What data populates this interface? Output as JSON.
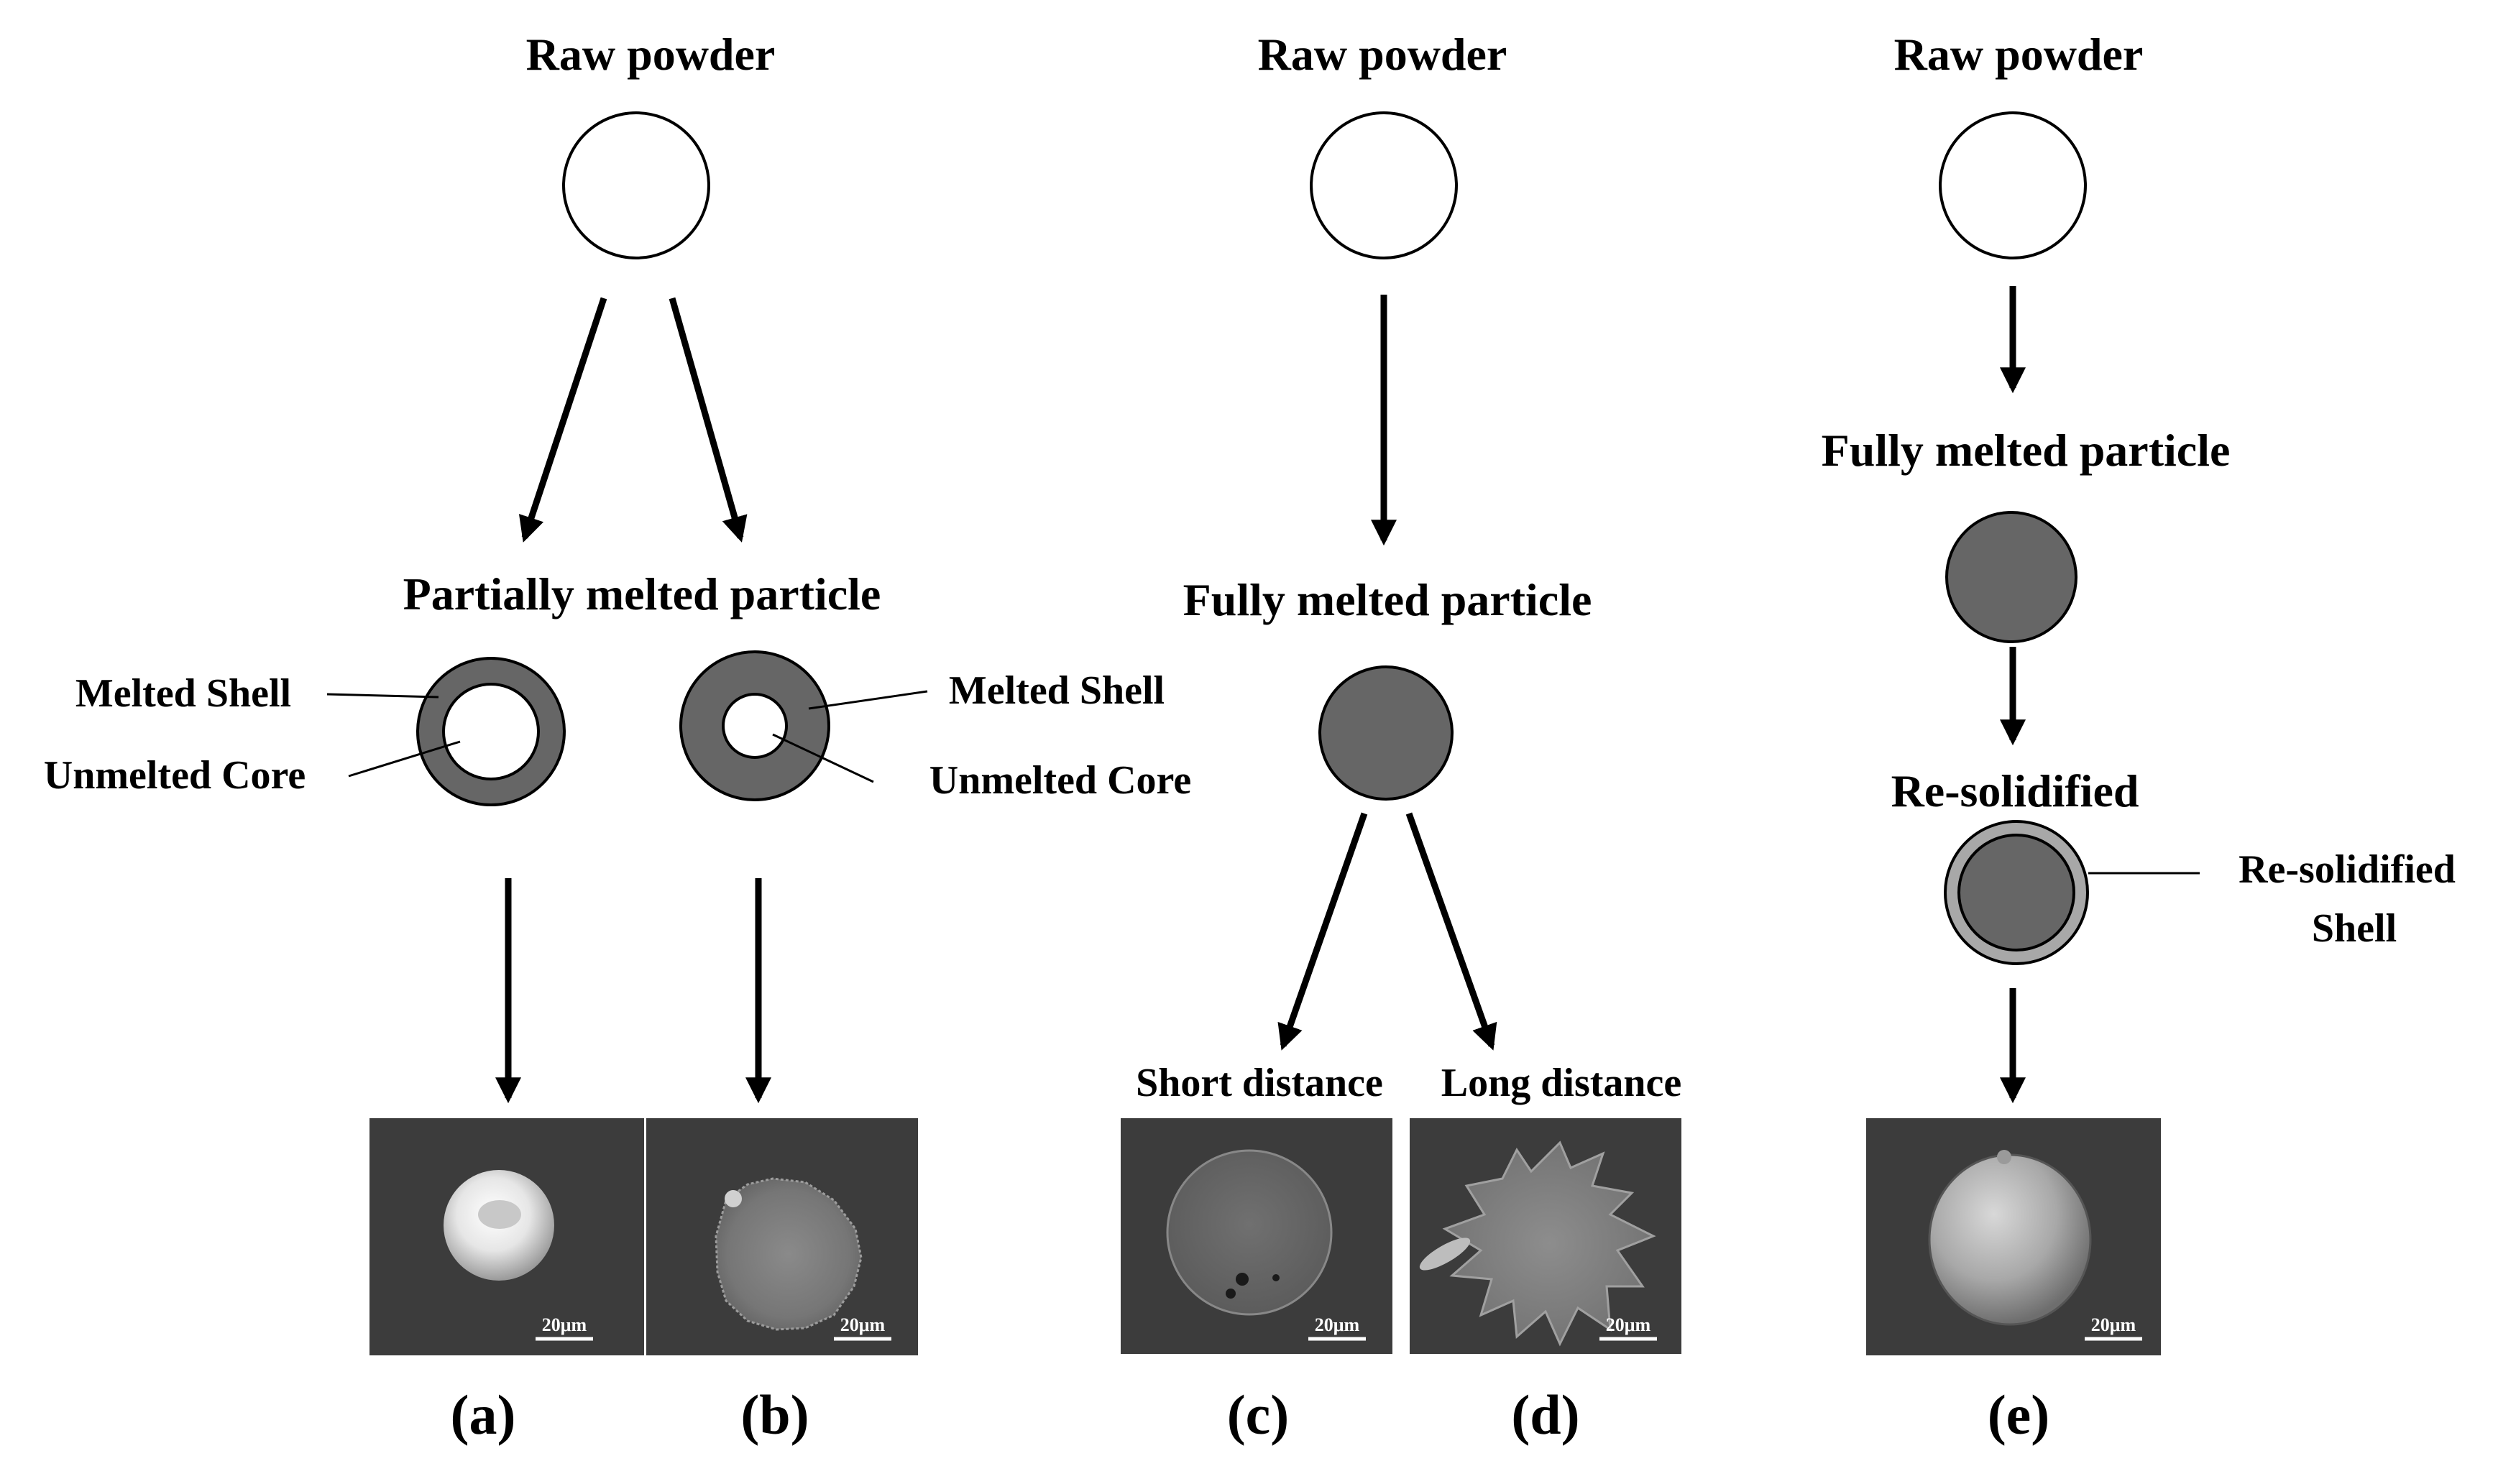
{
  "panel1": {
    "raw_label": "Raw powder",
    "stage_label": "Partially melted particle",
    "left_shell_label": "Melted Shell",
    "left_core_label": "Unmelted Core",
    "right_shell_label": "Melted Shell",
    "right_core_label": "Unmelted Core",
    "caption_a": "(a)",
    "caption_b": "(b)",
    "scale_a": "20μm",
    "scale_b": "20μm"
  },
  "panel2": {
    "raw_label": "Raw powder",
    "stage_label": "Fully melted particle",
    "short_label": "Short distance",
    "long_label": "Long distance",
    "caption_c": "(c)",
    "caption_d": "(d)",
    "scale_c": "20μm",
    "scale_d": "20μm"
  },
  "panel3": {
    "raw_label": "Raw powder",
    "stage_label": "Fully melted particle",
    "resolid_label": "Re-solidified",
    "shell_label_line1": "Re-solidified",
    "shell_label_line2": "Shell",
    "caption_e": "(e)",
    "scale_e": "20μm"
  },
  "colors": {
    "molten": "#666666",
    "resolidified_shell": "#a8a8a8",
    "sem_background": "#3c3c3c"
  }
}
